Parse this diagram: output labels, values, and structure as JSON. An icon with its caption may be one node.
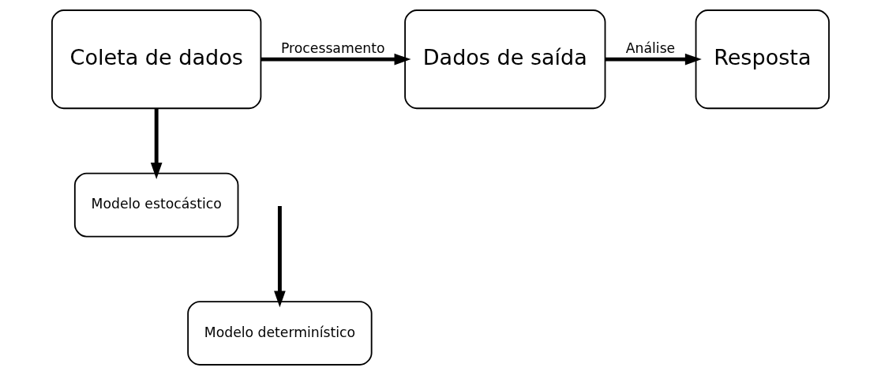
{
  "diagram": {
    "nodes": [
      {
        "text": [
          "Coleta de dados"
        ]
      },
      {
        "text": [
          "Dados de saída"
        ]
      },
      {
        "text": [
          "Resposta"
        ]
      },
      {
        "text": [
          "Modelo estocástico"
        ]
      },
      {
        "text": [
          "Modelo determinístico"
        ]
      }
    ],
    "edges": [
      {
        "from": 0,
        "to": 1,
        "arrow": "to",
        "label": "Processamento"
      },
      {
        "from": 1,
        "to": 2,
        "arrow": "to",
        "label": "Análise"
      },
      {
        "from": 0,
        "to": 3,
        "arrow": "to"
      },
      {
        "from": null,
        "to": 4,
        "arrow": "to"
      }
    ]
  }
}
